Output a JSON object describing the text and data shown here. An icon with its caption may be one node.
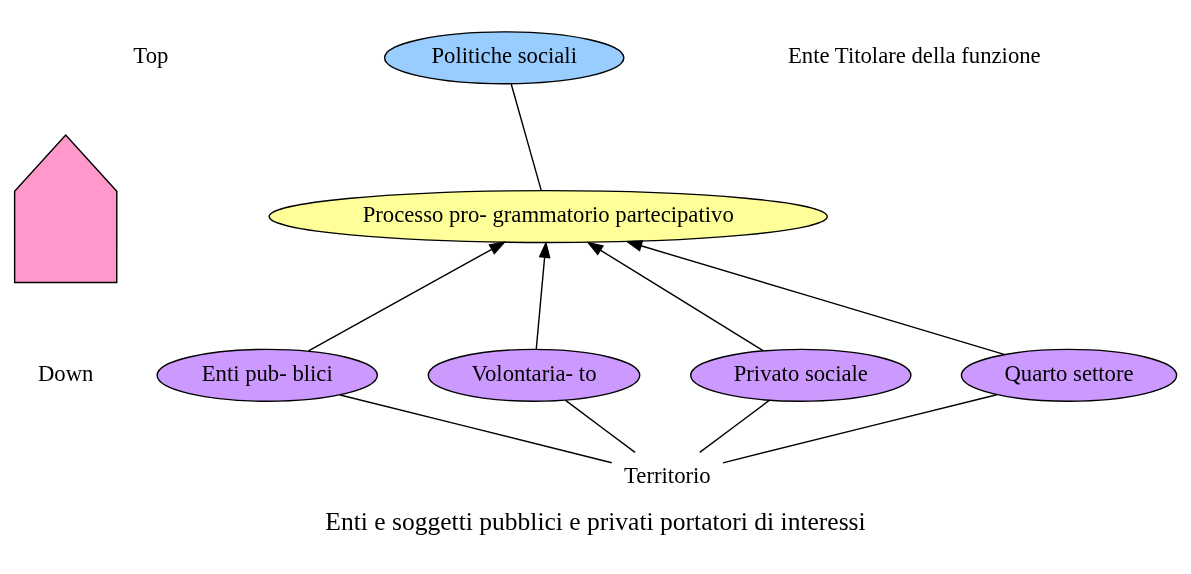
{
  "diagram": {
    "caption": "Enti e soggetti pubblici e privati portatori di interessi",
    "nodes": [
      {
        "text": [
          "Politiche sociali"
        ]
      },
      {
        "text": [
          "Processo pro- grammatorio partecipativo"
        ]
      },
      {
        "text": [
          "Enti pub- blici"
        ]
      },
      {
        "text": [
          "Volontaria- to"
        ]
      },
      {
        "text": [
          "Privato sociale"
        ]
      },
      {
        "text": [
          "Quarto settore"
        ]
      },
      {
        "text": [
          "Territorio"
        ]
      },
      {
        "text": [],
        "shape": "arrow"
      }
    ],
    "edges": [
      {
        "from": 1,
        "to": 0,
        "arrow": "none"
      },
      {
        "from": 2,
        "to": 1,
        "arrow": "to"
      },
      {
        "from": 3,
        "to": 1,
        "arrow": "to"
      },
      {
        "from": 4,
        "to": 1,
        "arrow": "to"
      },
      {
        "from": 5,
        "to": 1,
        "arrow": "to"
      },
      {
        "from": 2,
        "to": 6,
        "arrow": "none"
      },
      {
        "from": 3,
        "to": 6,
        "arrow": "none"
      },
      {
        "from": 4,
        "to": 6,
        "arrow": "none"
      },
      {
        "from": 5,
        "to": 6,
        "arrow": "none"
      }
    ],
    "labels": [
      "Top",
      "Ente Titolare della funzione",
      "Down"
    ]
  }
}
